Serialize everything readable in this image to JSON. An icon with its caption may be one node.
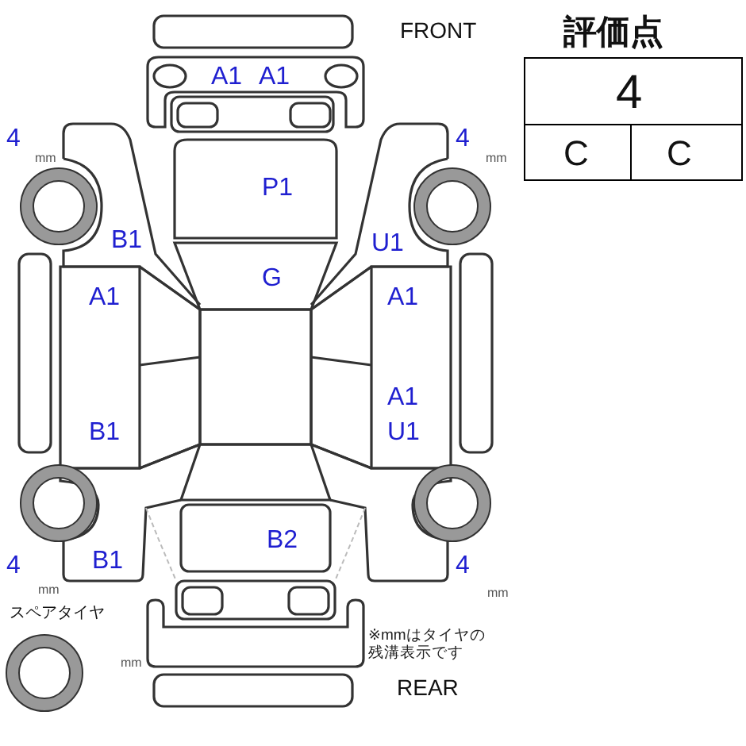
{
  "diagram": {
    "labels": [
      "FRONT",
      "評価点",
      "A1",
      "A1",
      "4",
      "4",
      "mm",
      "4",
      "mm",
      "P1",
      "C",
      "C",
      "B1",
      "U1",
      "G",
      "A1",
      "A1",
      "A1",
      "B1",
      "U1",
      "B1",
      "B2",
      "4",
      "4",
      "mm",
      "mm",
      "スペアタイヤ",
      "mm",
      "※mmはタイヤの残溝表示です",
      "REAR"
    ]
  }
}
